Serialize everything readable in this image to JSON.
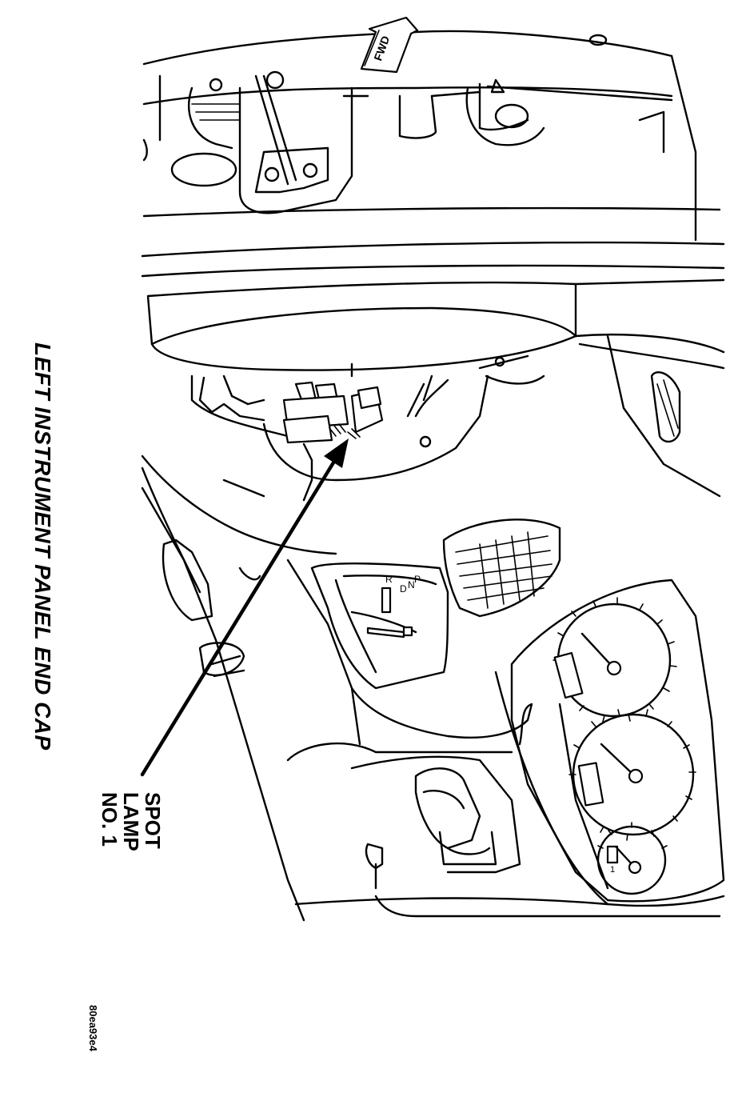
{
  "figure": {
    "title": "LEFT INSTRUMENT PANEL END CAP",
    "callout": {
      "lines": [
        "SPOT",
        "LAMP",
        "NO. 1"
      ]
    },
    "figure_id": "80ea93e4",
    "fwd_label": "FWD",
    "gear_labels": [
      "R",
      "D",
      "N",
      "P"
    ],
    "gauge_label": "1"
  }
}
